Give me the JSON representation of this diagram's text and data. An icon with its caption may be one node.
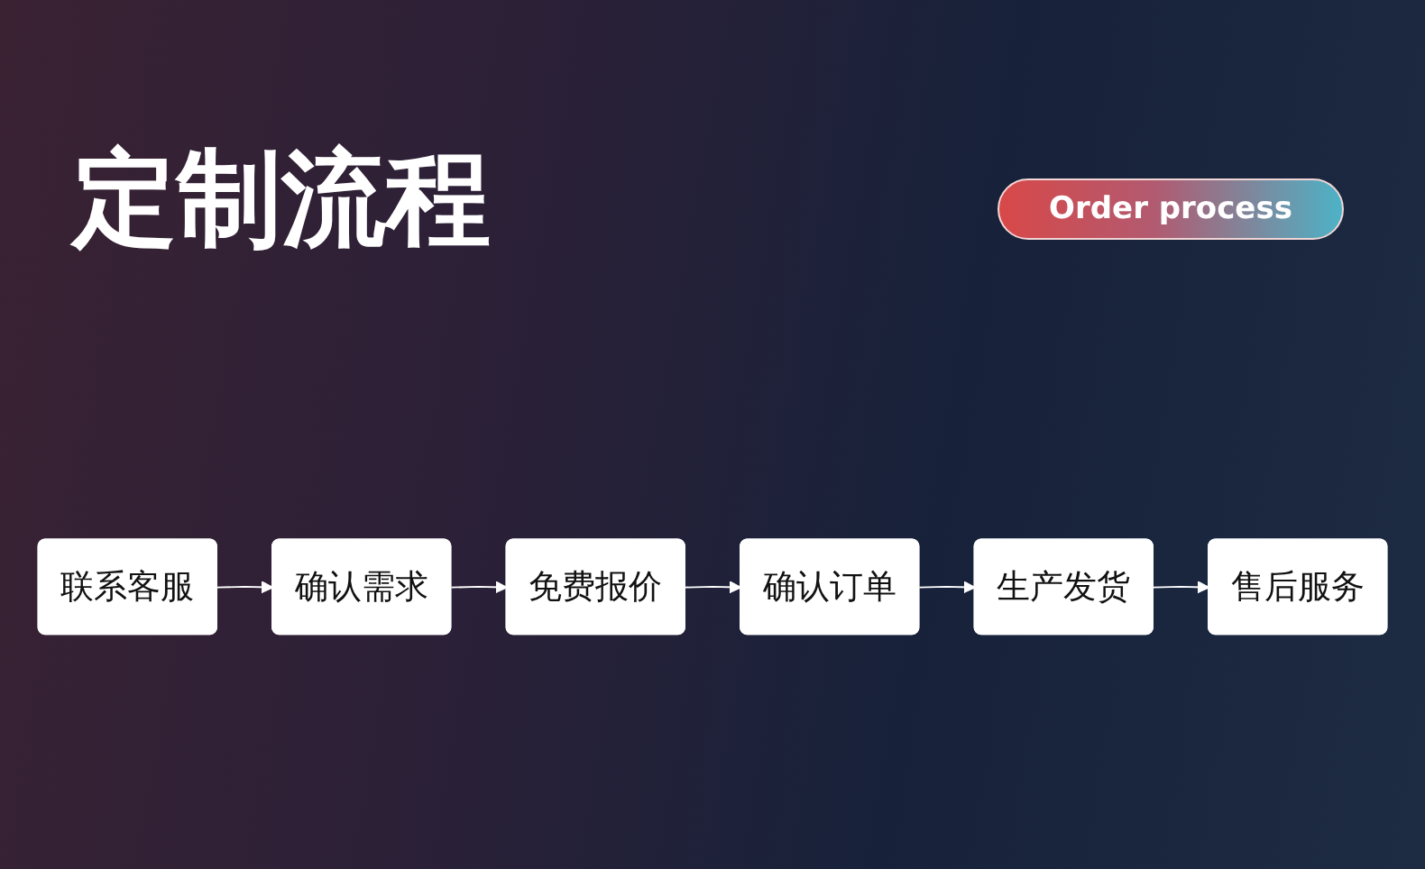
{
  "diagram": {
    "title": "定制流程",
    "nodes": [
      {
        "text": [
          "联系客服"
        ]
      },
      {
        "text": [
          "确认需求"
        ]
      },
      {
        "text": [
          "免费报价"
        ]
      },
      {
        "text": [
          "确认订单"
        ]
      },
      {
        "text": [
          "生产发货"
        ]
      },
      {
        "text": [
          "售后服务"
        ]
      }
    ],
    "edges": [
      {
        "from": 0,
        "to": 1,
        "arrow": "to"
      },
      {
        "from": 1,
        "to": 2,
        "arrow": "to"
      },
      {
        "from": 2,
        "to": 3,
        "arrow": "to"
      },
      {
        "from": 3,
        "to": 4,
        "arrow": "to"
      },
      {
        "from": 4,
        "to": 5,
        "arrow": "to"
      }
    ],
    "labels": [
      "Order process"
    ]
  }
}
